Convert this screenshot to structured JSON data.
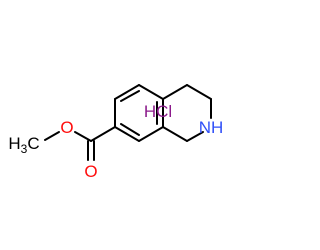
{
  "molecule": {
    "atom_labels": {
      "oxygen_ester": "O",
      "oxygen_carbonyl": "O",
      "amine": "NH",
      "methyl_main": "H",
      "methyl_sub": "3",
      "methyl_c": "C",
      "salt": "HCl"
    },
    "colors": {
      "bond": "#000000",
      "oxygen": "#ff0d0d",
      "nitrogen": "#3050f8",
      "salt": "#8b1a8b",
      "carbon_text": "#000000"
    }
  }
}
